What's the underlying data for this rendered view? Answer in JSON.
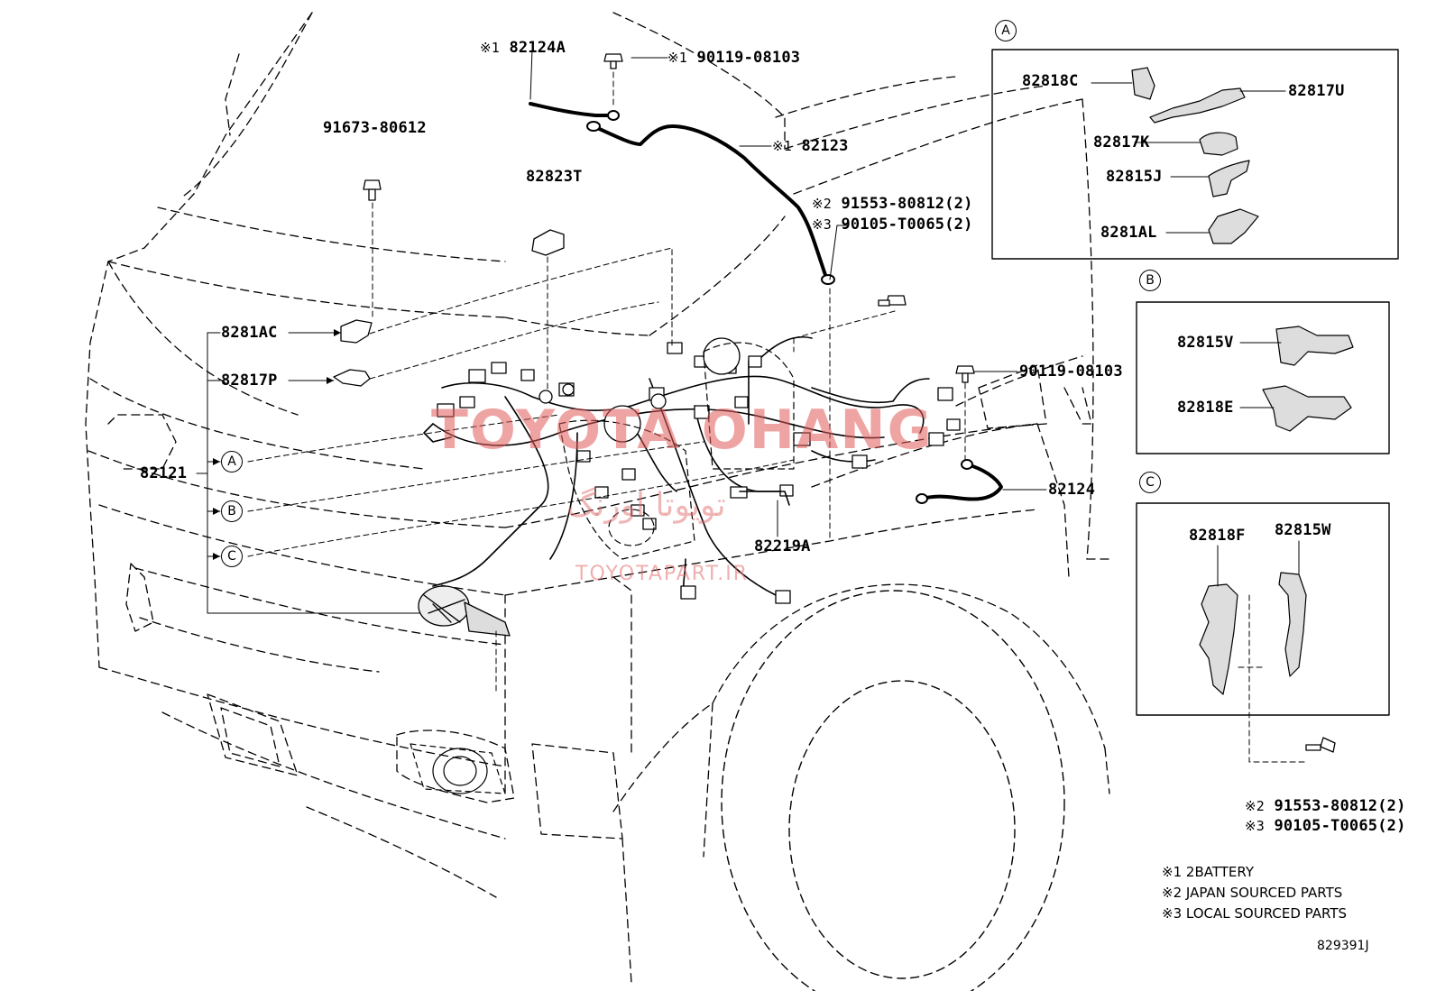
{
  "callouts": {
    "p82124A": {
      "mark": "※1",
      "code": "82124A"
    },
    "p90119_top": {
      "mark": "※1",
      "code": "90119-08103"
    },
    "p91673": {
      "code": "91673-80612"
    },
    "p82123": {
      "mark": "※1",
      "code": "82123"
    },
    "p82823T": {
      "code": "82823T"
    },
    "p91553_main": {
      "mark": "※2",
      "code": "91553-80812(2)"
    },
    "p90105_main": {
      "mark": "※3",
      "code": "90105-T0065(2)"
    },
    "p8281AC": {
      "code": "8281AC"
    },
    "p82817P": {
      "code": "82817P"
    },
    "p82121": {
      "code": "82121"
    },
    "p90119_right": {
      "code": "90119-08103"
    },
    "p82124": {
      "code": "82124"
    },
    "p82219A": {
      "code": "82219A"
    },
    "p82818C": {
      "code": "82818C"
    },
    "p82817U": {
      "code": "82817U"
    },
    "p82817K": {
      "code": "82817K"
    },
    "p82815J": {
      "code": "82815J"
    },
    "p8281AL": {
      "code": "8281AL"
    },
    "p82815V": {
      "code": "82815V"
    },
    "p82818E": {
      "code": "82818E"
    },
    "p82818F": {
      "code": "82818F"
    },
    "p82815W": {
      "code": "82815W"
    },
    "p91553_c": {
      "mark": "※2",
      "code": "91553-80812(2)"
    },
    "p90105_c": {
      "mark": "※3",
      "code": "90105-T0065(2)"
    }
  },
  "refs": {
    "a": "A",
    "b": "B",
    "c": "C"
  },
  "legend": [
    {
      "mark": "※1",
      "text": "2BATTERY"
    },
    {
      "mark": "※2",
      "text": "JAPAN SOURCED PARTS"
    },
    {
      "mark": "※3",
      "text": "LOCAL SOURCED PARTS"
    }
  ],
  "figure_number": "829391J",
  "watermark": {
    "brand": "TOYOTA OHANG",
    "persian": "تویوتا اورنگ",
    "url": "TOYOTAPART.IR"
  }
}
